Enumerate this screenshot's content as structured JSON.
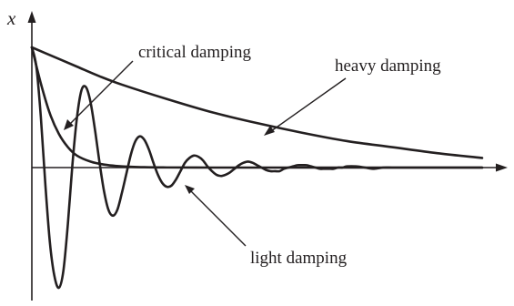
{
  "chart_data": {
    "type": "line",
    "ylabel": "x",
    "xlabel": "",
    "x_range": [
      0,
      1
    ],
    "y_range": [
      -1.05,
      1.0
    ],
    "series": [
      {
        "name": "critical damping",
        "x": [
          0,
          0.02,
          0.04,
          0.06,
          0.08,
          0.1,
          0.13,
          0.16,
          0.2,
          0.25,
          0.3,
          0.4,
          0.5,
          0.7,
          1.0
        ],
        "y": [
          1.0,
          0.7,
          0.45,
          0.28,
          0.17,
          0.1,
          0.05,
          0.025,
          0.01,
          0.003,
          0.001,
          0,
          0,
          0,
          0
        ]
      },
      {
        "name": "heavy damping",
        "x": [
          0,
          0.05,
          0.1,
          0.15,
          0.2,
          0.3,
          0.4,
          0.5,
          0.6,
          0.7,
          0.8,
          0.9,
          1.0
        ],
        "y": [
          1.0,
          0.92,
          0.84,
          0.76,
          0.69,
          0.57,
          0.46,
          0.37,
          0.29,
          0.22,
          0.17,
          0.12,
          0.08
        ]
      },
      {
        "name": "light damping",
        "x": [
          0,
          0.01,
          0.02,
          0.03,
          0.04,
          0.05,
          0.06,
          0.07,
          0.08,
          0.09,
          0.1,
          0.11,
          0.12,
          0.13,
          0.14,
          0.15,
          0.16,
          0.17,
          0.18,
          0.19,
          0.2,
          0.21,
          0.22,
          0.23,
          0.24,
          0.25,
          0.26,
          0.27,
          0.28,
          0.29,
          0.3,
          0.31,
          0.32,
          0.33,
          0.34,
          0.35,
          0.36,
          0.37,
          0.38,
          0.39,
          0.4,
          0.41,
          0.42,
          0.43,
          0.44,
          0.45,
          0.46,
          0.47,
          0.48,
          0.49,
          0.5,
          0.51,
          0.52,
          0.53,
          0.54,
          0.55,
          0.56,
          0.57,
          0.58,
          0.59,
          0.6,
          0.61,
          0.62,
          0.63,
          0.64,
          0.65,
          0.66,
          0.67,
          0.68,
          0.69,
          0.7,
          0.72,
          0.74,
          0.76,
          0.78,
          0.8,
          0.82,
          0.84,
          0.86,
          0.88,
          0.9,
          0.92,
          0.94,
          0.96,
          0.98,
          1.0
        ],
        "y": [
          1.0,
          0.84,
          0.42,
          -0.14,
          -0.62,
          -0.9,
          -1.0,
          -0.86,
          -0.47,
          0.02,
          0.41,
          0.64,
          0.67,
          0.55,
          0.32,
          0.05,
          -0.19,
          -0.35,
          -0.4,
          -0.35,
          -0.21,
          -0.05,
          0.11,
          0.22,
          0.26,
          0.23,
          0.15,
          0.04,
          -0.06,
          -0.13,
          -0.16,
          -0.15,
          -0.1,
          -0.03,
          0.04,
          0.08,
          0.1,
          0.09,
          0.06,
          0.01,
          -0.03,
          -0.06,
          -0.07,
          -0.06,
          -0.04,
          -0.01,
          0.02,
          0.04,
          0.05,
          0.04,
          0.02,
          0.0,
          -0.02,
          -0.03,
          -0.03,
          -0.03,
          -0.01,
          0.0,
          0.01,
          0.02,
          0.02,
          0.02,
          0.01,
          0.0,
          -0.01,
          -0.01,
          -0.01,
          -0.01,
          0.0,
          0.0,
          0.01,
          0.01,
          0.0,
          -0.01,
          0.0,
          0.0,
          0.0,
          0.0,
          0.0,
          0.0,
          0.0,
          0.0,
          0.0,
          0.0,
          0.0,
          0.0
        ]
      }
    ],
    "annotations": [
      {
        "text": "critical damping",
        "points_to": "critical damping"
      },
      {
        "text": "heavy damping",
        "points_to": "heavy damping"
      },
      {
        "text": "light damping",
        "points_to": "light damping"
      }
    ],
    "grid": false,
    "legend": "none"
  }
}
